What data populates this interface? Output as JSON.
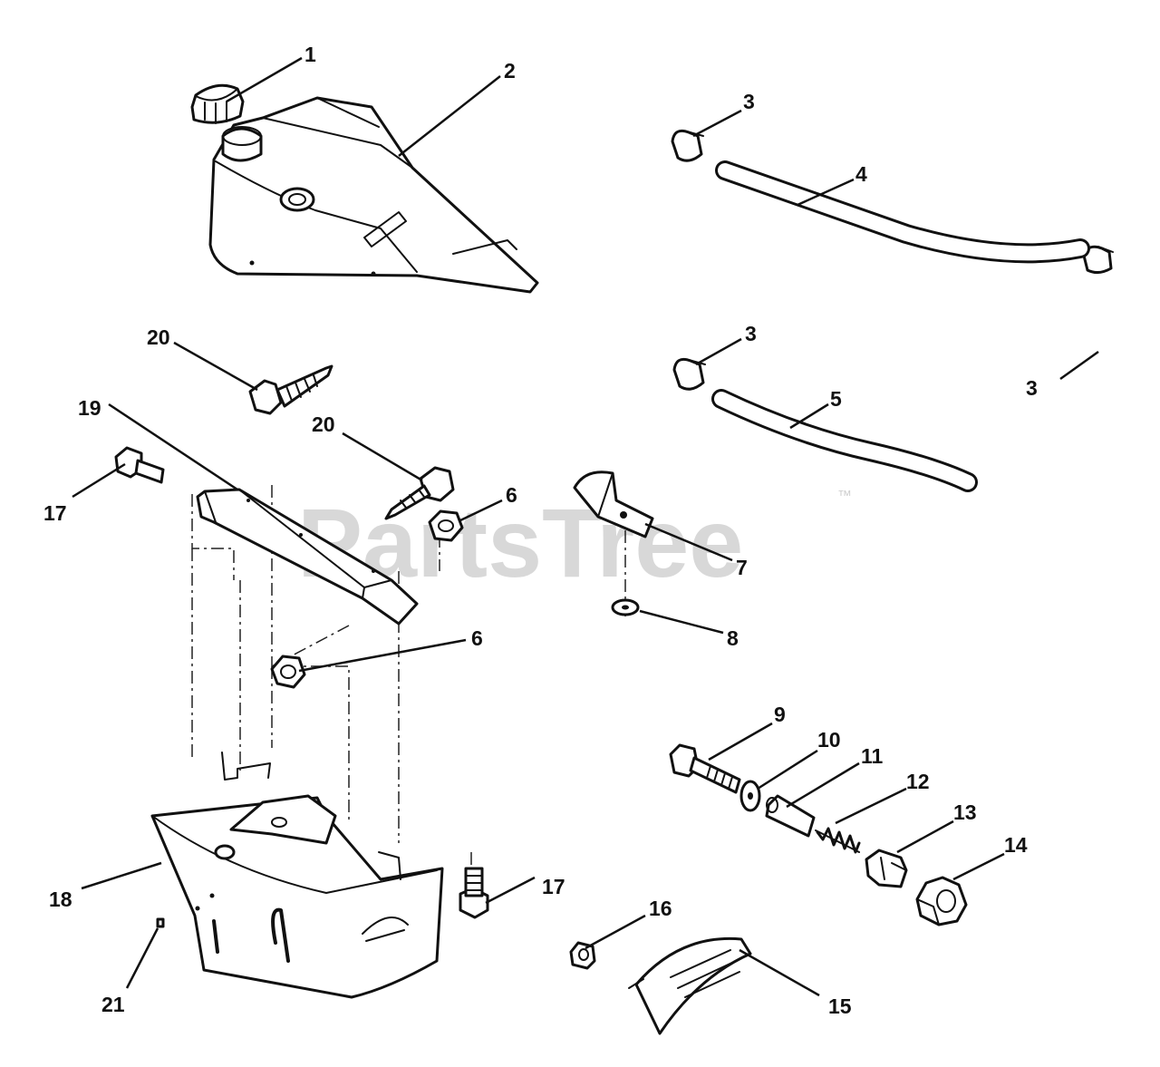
{
  "watermark": {
    "text": "PartsTree",
    "trademark": "™"
  },
  "callouts": [
    {
      "part": "cap",
      "label": "1"
    },
    {
      "part": "fuel-tank",
      "label": "2"
    },
    {
      "part": "hose-clamp-top-left",
      "label": "3"
    },
    {
      "part": "fuel-line-upper",
      "label": "4"
    },
    {
      "part": "hose-clamp-middle",
      "label": "3"
    },
    {
      "part": "hose-clamp-right",
      "label": "3"
    },
    {
      "part": "fuel-line-lower",
      "label": "5"
    },
    {
      "part": "hex-nut-upper",
      "label": "6"
    },
    {
      "part": "hex-nut-lower",
      "label": "6"
    },
    {
      "part": "clip-bracket",
      "label": "7"
    },
    {
      "part": "washer",
      "label": "8"
    },
    {
      "part": "long-bolt",
      "label": "9"
    },
    {
      "part": "flat-washer",
      "label": "10"
    },
    {
      "part": "spacer-sleeve",
      "label": "11"
    },
    {
      "part": "spring",
      "label": "12"
    },
    {
      "part": "bushing-clip",
      "label": "13"
    },
    {
      "part": "bearing-block",
      "label": "14"
    },
    {
      "part": "gauge-plate",
      "label": "15"
    },
    {
      "part": "small-nut",
      "label": "16"
    },
    {
      "part": "bolt-upper-left",
      "label": "17"
    },
    {
      "part": "bolt-lower",
      "label": "17"
    },
    {
      "part": "dash-panel",
      "label": "18"
    },
    {
      "part": "support-bracket",
      "label": "19"
    },
    {
      "part": "screw-upper",
      "label": "20"
    },
    {
      "part": "screw-lower",
      "label": "20"
    },
    {
      "part": "pin",
      "label": "21"
    }
  ]
}
